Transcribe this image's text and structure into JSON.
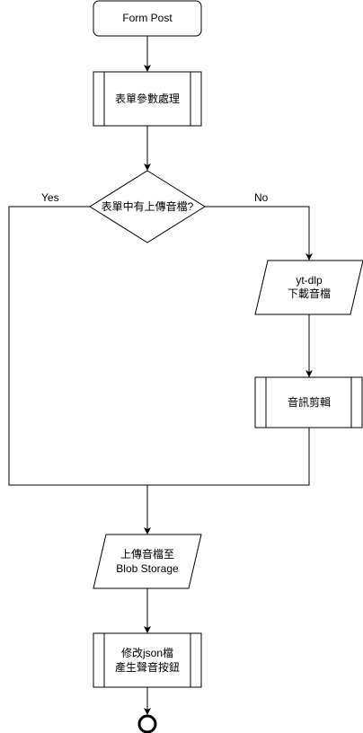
{
  "diagram": {
    "start": {
      "label": "Form Post"
    },
    "process_params": {
      "label": "表單參數處理"
    },
    "decision": {
      "label": "表單中有上傳音檔?"
    },
    "edge_yes": {
      "label": "Yes"
    },
    "edge_no": {
      "label": "No"
    },
    "download": {
      "line1": "yt-dlp",
      "line2": "下載音檔"
    },
    "trim": {
      "label": "音訊剪輯"
    },
    "upload": {
      "line1": "上傳音檔至",
      "line2": "Blob Storage"
    },
    "modify": {
      "line1": "修改json檔",
      "line2": "產生聲音按鈕"
    }
  }
}
